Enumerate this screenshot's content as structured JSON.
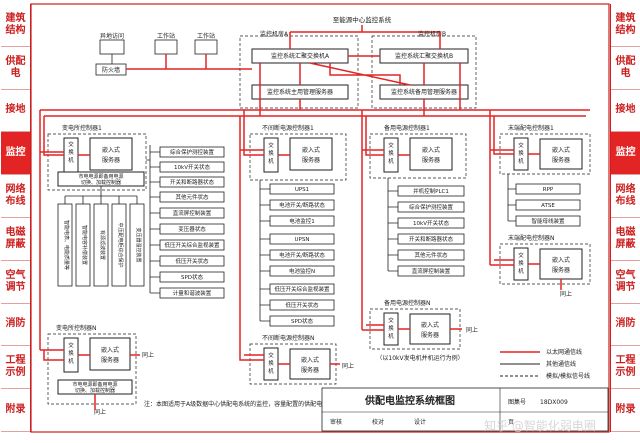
{
  "diagram": {
    "title": "供配电监控系统框图",
    "top_label": "至能源中心监控系统",
    "workstation_remote": "异地访问",
    "workstation": "工作站",
    "firewall": "防火墙",
    "monitor_A": "监控机房A",
    "monitor_B": "监控机房B",
    "switch_A": "监控系统汇聚交换机A",
    "switch_B": "监控系统汇聚交换机B",
    "server_main": "监控系统主用管理服务器",
    "server_backup": "监控系统备用管理服务器",
    "ctrl_substation": "变电所控制器1",
    "ctrl_substation_n": "变电所控制器N",
    "ctrl_ups": "不间断电源控制器1",
    "ctrl_ups_n": "不间断电源控制器N",
    "ctrl_genset": "备用电源控制器1",
    "ctrl_genset_n": "备用电源控制器N",
    "ctrl_ats": "末端配电控制器1",
    "ctrl_ats_n": "末端配电控制器N",
    "switch_label": "交换机",
    "embedded_server": "嵌入式服务器",
    "gateway_mains": "市电电源即备用电源切换、加载控制器",
    "substation_items": [
      "综合保护测控装置",
      "10kV开关状态",
      "开关和断路器状态",
      "其他元件状态",
      "直流屏控制装置",
      "变压器状态",
      "低压开关综合监视装置",
      "低压开关状态",
      "SPD状态",
      "计量和谐波装置"
    ],
    "substation_vertical": [
      "智能电表、电能质量等",
      "智能电容补偿装置",
      "有源滤波装置",
      "中压配电柜综合保护",
      "变压器温控装置"
    ],
    "ups_items": [
      "UPS1",
      "电池开关/断路状态",
      "电池监控1",
      "UPSN",
      "电池开关/断路状态",
      "电池监控N",
      "低压开关综合监视装置",
      "低压开关状态",
      "SPD状态"
    ],
    "genset_items": [
      "并机控制PLC1",
      "综合保护测控装置",
      "10kV开关状态",
      "开关和断路器状态",
      "其他元件状态",
      "直流屏控制装置"
    ],
    "ats_items": [
      "RPP",
      "ATSE",
      "智能母线装置"
    ],
    "other_label": "同上",
    "genset_note": "（以10kV发电机并机运行为例）",
    "legend": [
      "以太网通信线",
      "其他通信线",
      "模拟/模拟信号线"
    ],
    "note": "注：本图适用于A级数据中心供配电系统的监控，容量配置的供配电设备应由容错配置的控制器监控。",
    "sidebar_left": [
      "建筑结构",
      "供配电",
      "接地",
      "监控",
      "网络布线",
      "电磁屏蔽",
      "空气调节",
      "消防",
      "工程示例",
      "附录"
    ],
    "sidebar_right": [
      "建筑结构",
      "供配电",
      "接地",
      "监控",
      "网络布线",
      "电磁屏蔽",
      "空气调节",
      "消防",
      "工程示例",
      "附录"
    ],
    "active_tab": "监控",
    "title_block": {
      "drawing_no_label": "图集号",
      "drawing_no": "18DX009",
      "review_label": "审核",
      "check_label": "校对",
      "design_label": "设计",
      "page_label": "页"
    },
    "watermark": "知乎 @智能化弱电圈",
    "colors": {
      "accent": "#e32424",
      "line": "#222222",
      "border": "#cc1f1f"
    }
  }
}
